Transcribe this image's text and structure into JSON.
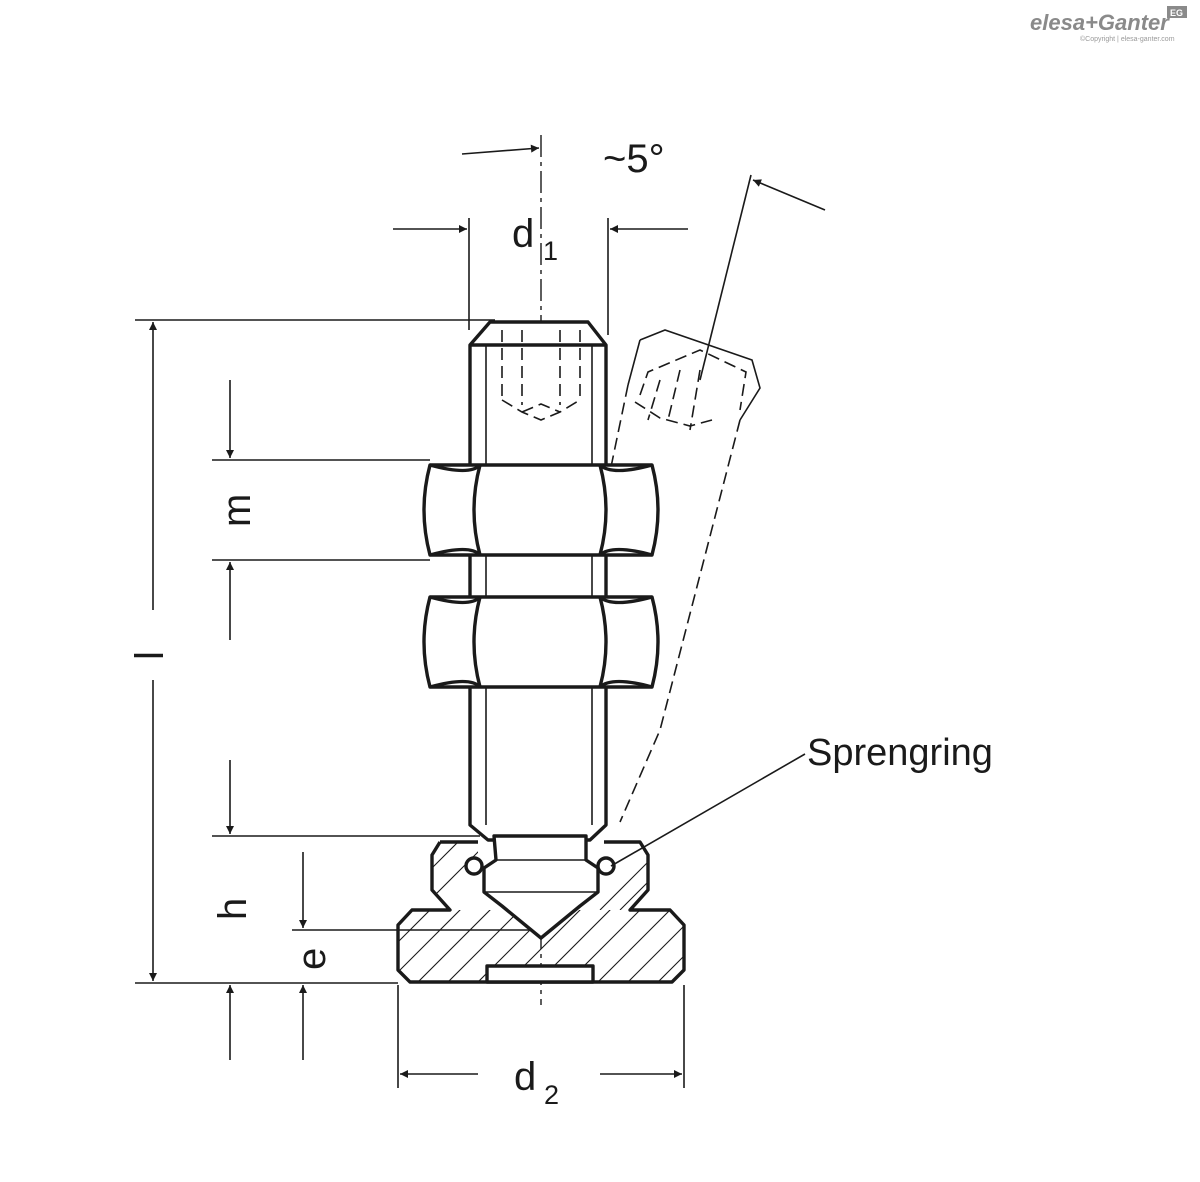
{
  "brand": {
    "name": "elesa+Ganter",
    "copyright": "©Copyright | elesa-ganter.com",
    "badge": "EG"
  },
  "labels": {
    "d1": {
      "main": "d",
      "sub": "1"
    },
    "d2": {
      "main": "d",
      "sub": "2"
    },
    "angle": "~5°",
    "l": "l",
    "m": "m",
    "h": "h",
    "e": "e",
    "sprengring": "Sprengring"
  }
}
